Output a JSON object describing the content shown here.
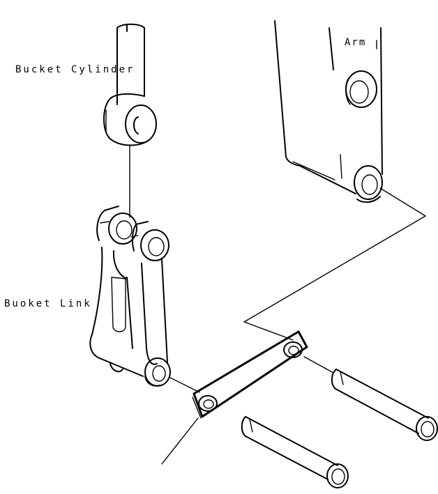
{
  "labels": {
    "bucket_cylinder": "Bucket Cylinder",
    "bucket_link": "Buoket Link",
    "arm": "Arm"
  },
  "colors": {
    "line": "#000000",
    "background": "#ffffff"
  }
}
